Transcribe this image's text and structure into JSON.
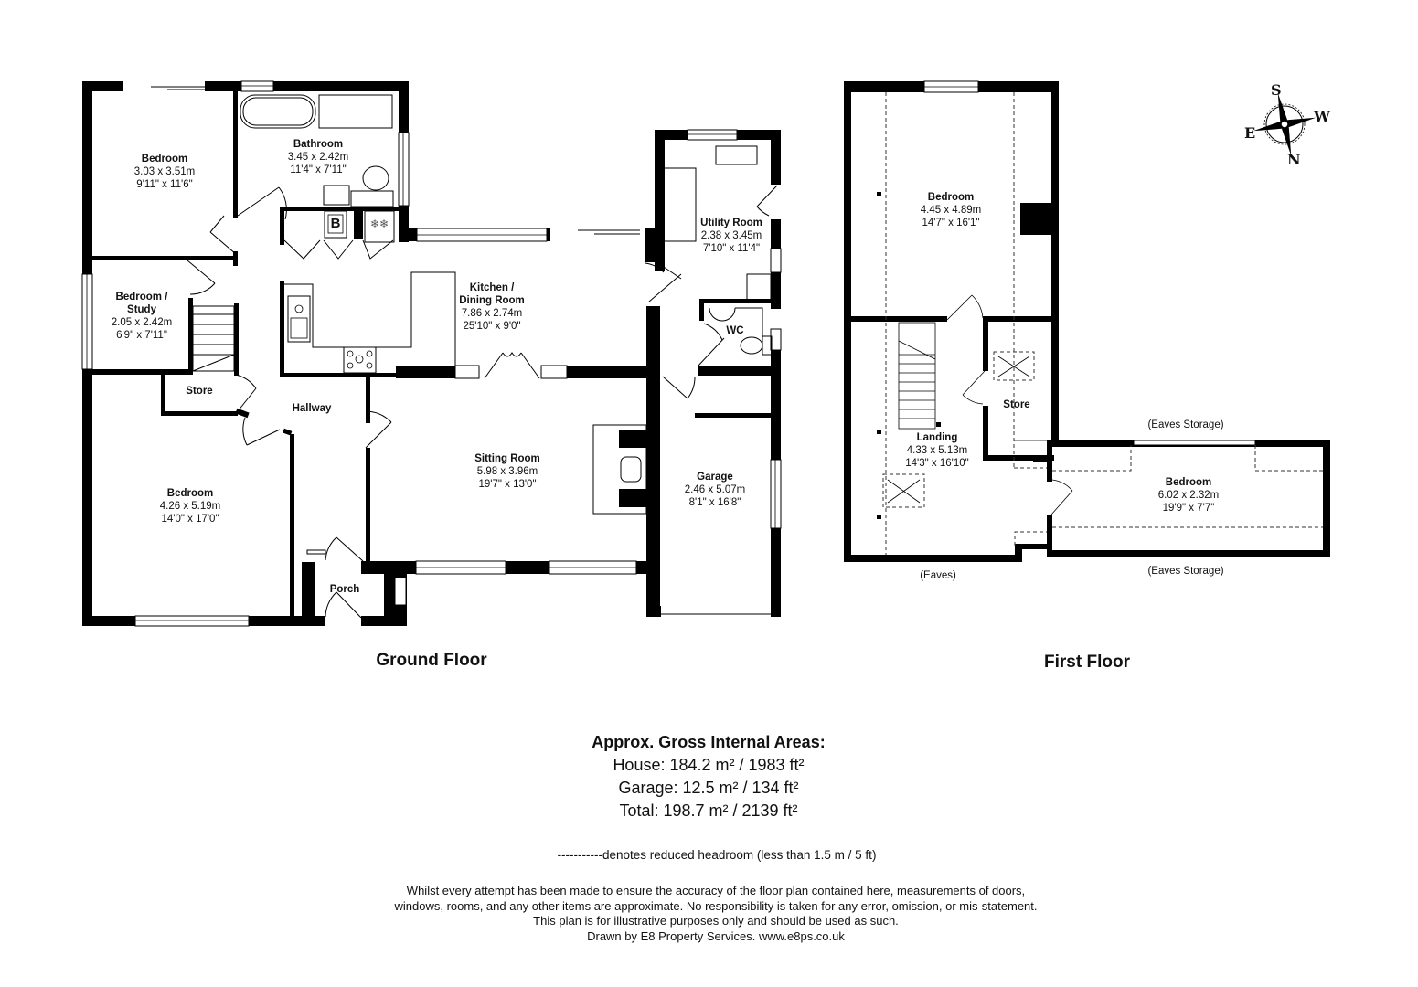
{
  "ground_floor": {
    "title": "Ground Floor",
    "rooms": [
      {
        "name": "Bedroom",
        "metric": "3.03 x 3.51m",
        "imperial": "9'11\" x 11'6\""
      },
      {
        "name": "Bathroom",
        "metric": "3.45 x 2.42m",
        "imperial": "11'4\" x 7'11\""
      },
      {
        "name": "Bedroom /",
        "name2": "Study",
        "metric": "2.05 x 2.42m",
        "imperial": "6'9\" x 7'11\""
      },
      {
        "name": "Store"
      },
      {
        "name": "Hallway"
      },
      {
        "name": "Bedroom",
        "metric": "4.26 x 5.19m",
        "imperial": "14'0\" x 17'0\""
      },
      {
        "name": "Porch"
      },
      {
        "name": "Kitchen /",
        "name2": "Dining Room",
        "metric": "7.86 x 2.74m",
        "imperial": "25'10\" x 9'0\""
      },
      {
        "name": "Sitting Room",
        "metric": "5.98 x 3.96m",
        "imperial": "19'7\" x 13'0\""
      },
      {
        "name": "Utility Room",
        "metric": "2.38 x 3.45m",
        "imperial": "7'10\" x 11'4\""
      },
      {
        "name": "WC"
      },
      {
        "name": "Garage",
        "metric": "2.46 x 5.07m",
        "imperial": "8'1\" x 16'8\""
      }
    ],
    "boiler_label": "B",
    "cylinder_label": "❄❄"
  },
  "first_floor": {
    "title": "First Floor",
    "rooms": [
      {
        "name": "Bedroom",
        "metric": "4.45 x 4.89m",
        "imperial": "14'7\" x 16'1\""
      },
      {
        "name": "Store"
      },
      {
        "name": "Landing",
        "metric": "4.33 x 5.13m",
        "imperial": "14'3\" x 16'10\""
      },
      {
        "name": "Bedroom",
        "metric": "6.02 x 2.32m",
        "imperial": "19'9\" x 7'7\""
      }
    ],
    "annotations": {
      "eaves": "(Eaves)",
      "eaves_storage_top": "(Eaves Storage)",
      "eaves_storage_bottom": "(Eaves Storage)"
    }
  },
  "compass": {
    "top": "S",
    "right": "W",
    "left": "E",
    "bottom": "N"
  },
  "areas": {
    "heading": "Approx. Gross Internal Areas:",
    "house": "House: 184.2 m² / 1983 ft²",
    "garage": "Garage: 12.5 m² / 134 ft²",
    "total": "Total: 198.7 m² / 2139 ft²"
  },
  "legend": "-----------denotes reduced headroom (less than 1.5 m / 5 ft)",
  "disclaimer": {
    "line1": "Whilst every attempt has been made to ensure the accuracy of the floor plan contained here, measurements of doors,",
    "line2": "windows, rooms, and any other items are approximate. No responsibility is taken for any error, omission, or mis-statement.",
    "line3": "This plan is for illustrative purposes only and should be used as such.",
    "line4": "Drawn by E8 Property Services. www.e8ps.co.uk"
  }
}
